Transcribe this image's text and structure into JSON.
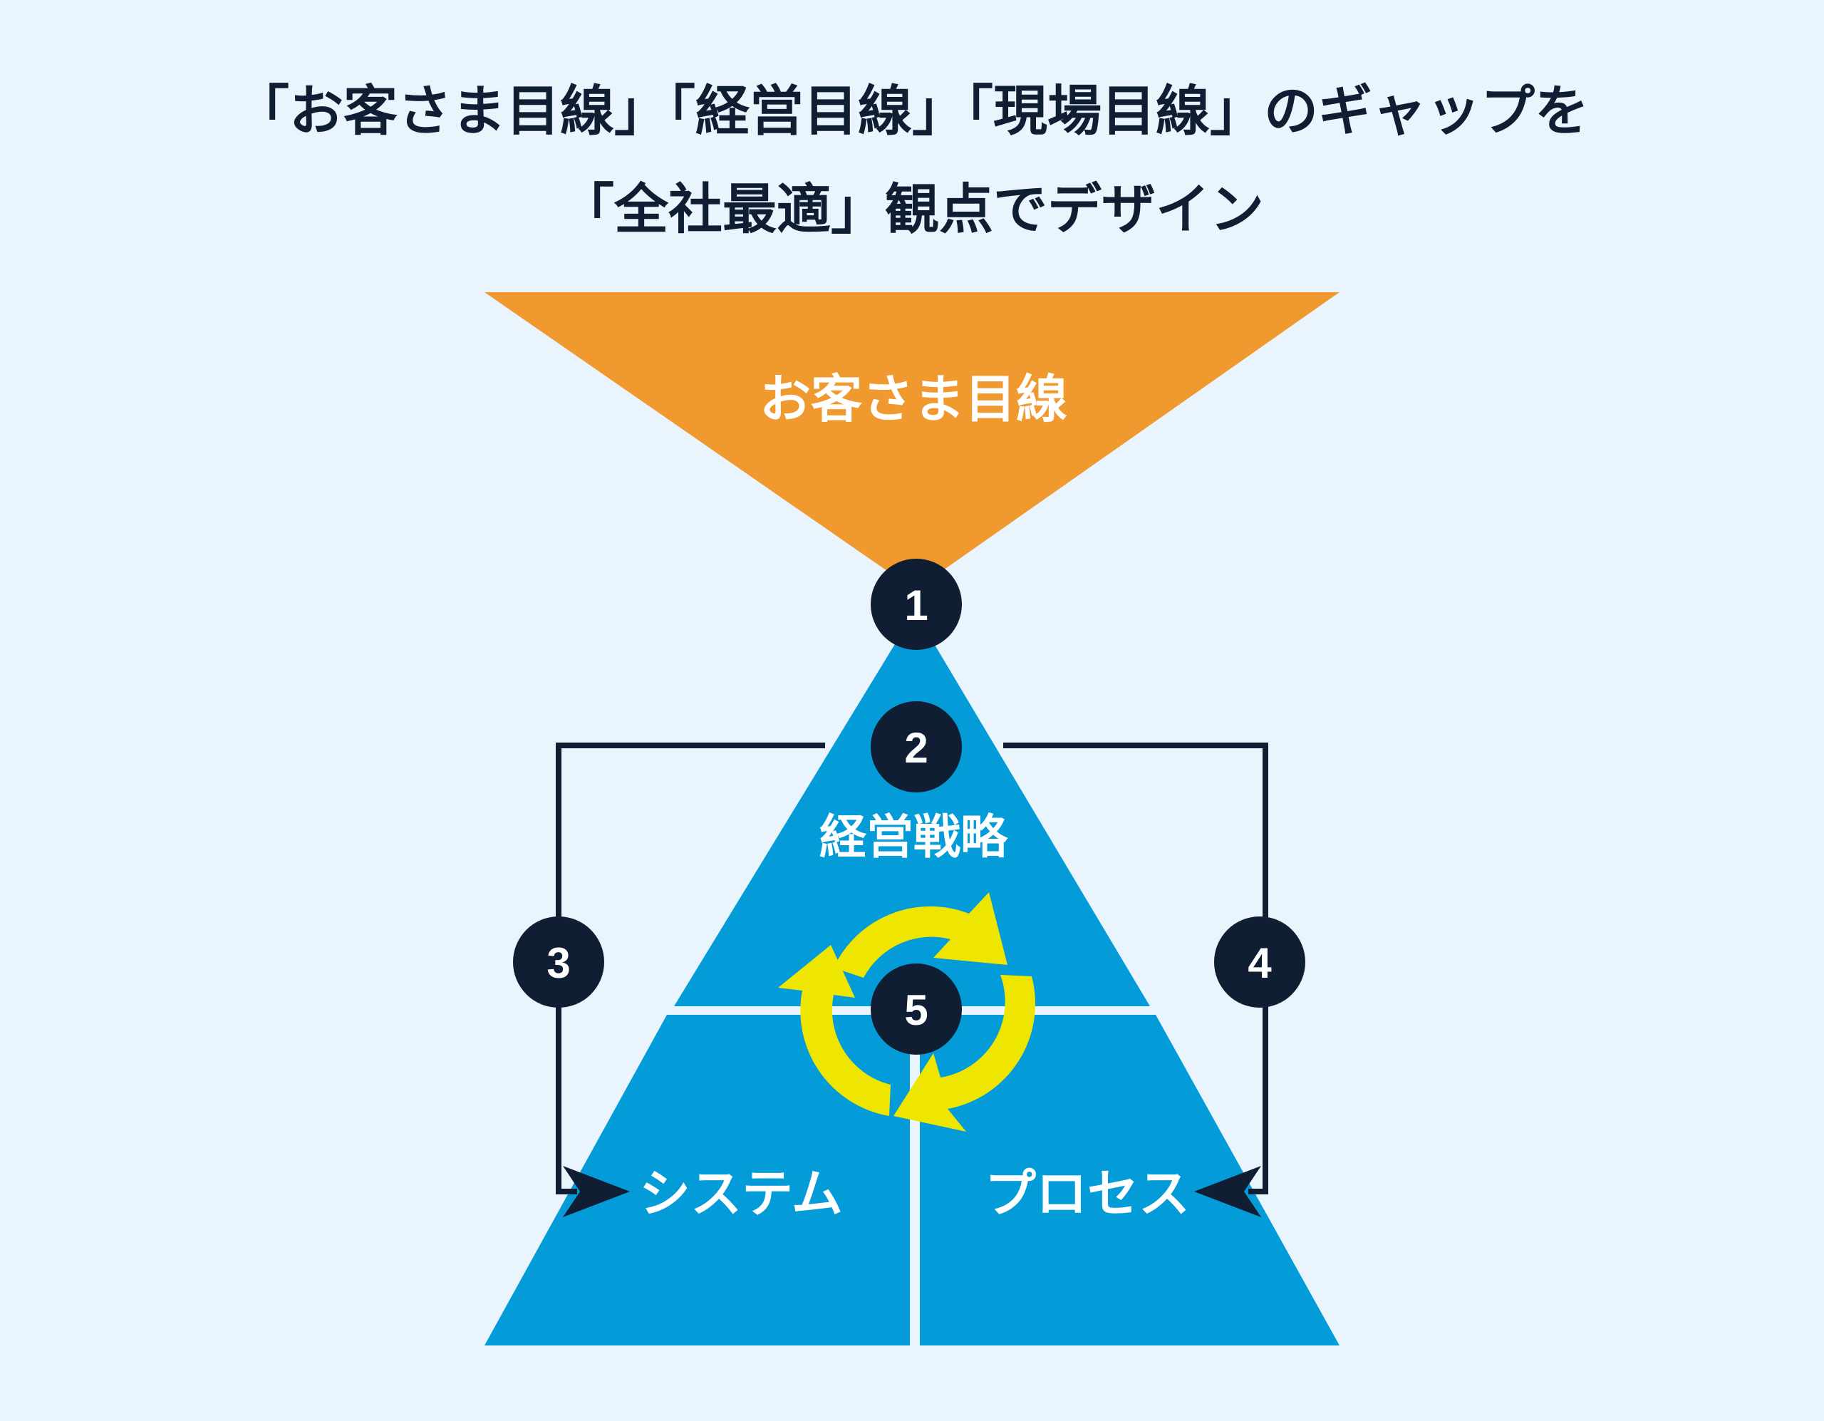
{
  "title": {
    "line1": "「お客さま目線」「経営目線」「現場目線」のギャップを",
    "line2": "「全社最適」観点でデザイン"
  },
  "diagram": {
    "customer_label": "お客さま目線",
    "strategy_label": "経営戦略",
    "system_label": "システム",
    "process_label": "プロセス",
    "markers": [
      "1",
      "2",
      "3",
      "4",
      "5"
    ],
    "icons": [
      "cycle-arrows-icon"
    ]
  },
  "colors": {
    "background": "#e9f4fc",
    "orange": "#f0992e",
    "pyramid_blue": "#049bd9",
    "navy": "#0f1e33",
    "cycle_yellow": "#eee600",
    "text_on_shape": "#ffffff"
  }
}
